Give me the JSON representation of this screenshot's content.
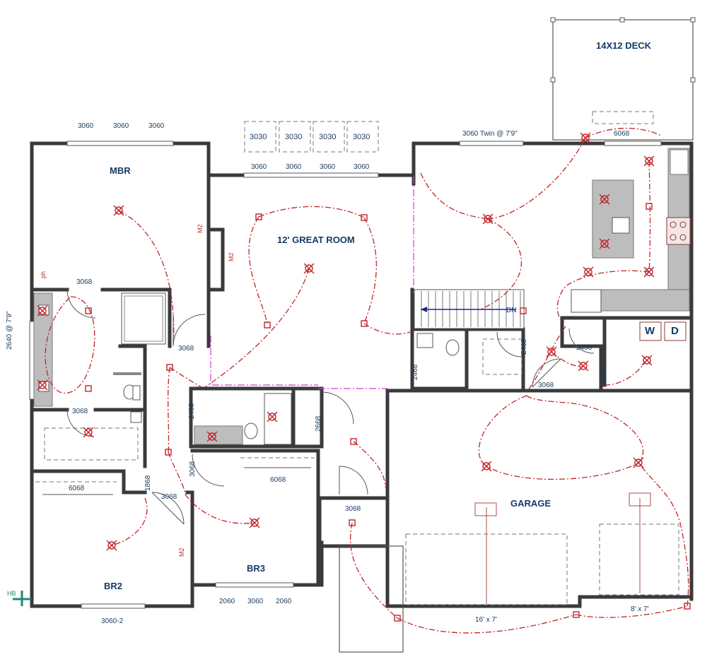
{
  "rooms": {
    "mbr": "MBR",
    "great_room": "12' GREAT ROOM",
    "deck": "14X12 DECK",
    "garage": "GARAGE",
    "br2": "BR2",
    "br3": "BR3"
  },
  "windows": {
    "mbr_top": [
      "3060",
      "3060",
      "3060"
    ],
    "great_room_top": [
      "3060",
      "3060",
      "3060",
      "3060"
    ],
    "dormers": [
      "3030",
      "3030",
      "3030",
      "3030"
    ],
    "kitchen_twin": "3060 Twin @ 7'9\"",
    "deck_door": "6068",
    "mbr_side": "2640 @ 7'9\"",
    "br2_bottom": "3060-2",
    "br3_bottom": [
      "2060",
      "3060",
      "2060"
    ]
  },
  "doors": {
    "mbr_bath": "3068",
    "mbr_entry": "3068",
    "mbr_closet": "3068",
    "hall_bath": "2468",
    "linen": "2668",
    "br2_closet": "6068",
    "br2_door": "3068",
    "br2_small": "1868",
    "hall_3068": "3068",
    "br3_closet": "6068",
    "entry_3068": "3068",
    "powder": "2468",
    "pantry": "2468",
    "laundry": "2468",
    "laundry_side": "3068",
    "garage_entry": "3068"
  },
  "garage_doors": {
    "left": "16' x 7'",
    "right": "8' x 7'"
  },
  "symbols": {
    "stair_dn": "DN",
    "washer": "W",
    "dryer": "D",
    "hose_bib": "HB",
    "motion": "M2",
    "phone": "ph"
  }
}
